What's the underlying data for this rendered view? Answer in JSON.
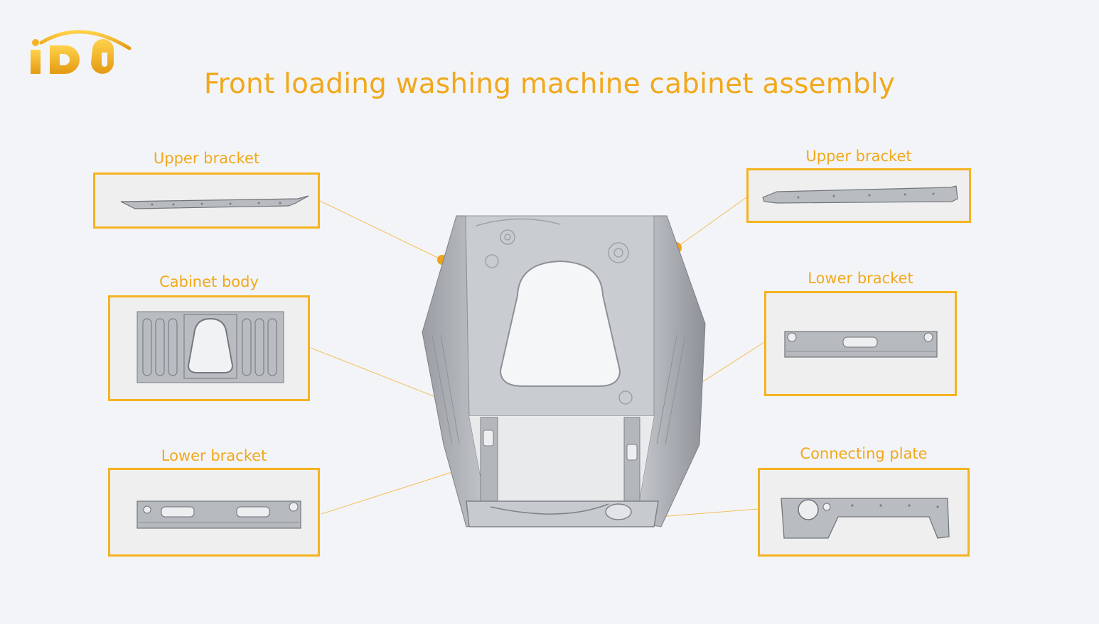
{
  "brand": {
    "logo_text": "iDO",
    "color": "#f1a81c"
  },
  "title": "Front loading washing machine cabinet assembly",
  "parts": {
    "upper_bracket_left": "Upper bracket",
    "cabinet_body": "Cabinet body",
    "lower_bracket_left": "Lower bracket",
    "upper_bracket_right": "Upper bracket",
    "lower_bracket_right": "Lower bracket",
    "connecting_plate": "Connecting plate"
  },
  "colors": {
    "accent": "#f5b320",
    "dot": "#f0a21a",
    "metal": "#b9bcc0"
  },
  "icons": [
    "logo-icon",
    "cabinet-image",
    "part-images"
  ]
}
